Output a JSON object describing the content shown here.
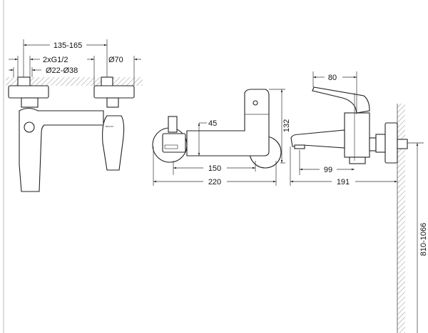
{
  "drawing": {
    "front_view": {
      "dimensions": [
        "135-165",
        "2xG1/2",
        "Ø70",
        "Ø22-Ø38"
      ],
      "brand_mark": "BRAVAT"
    },
    "top_view": {
      "dimensions": [
        "45",
        "132",
        "150",
        "220"
      ]
    },
    "side_view": {
      "dimensions": [
        "80",
        "99",
        "191",
        "810-1066"
      ]
    }
  }
}
